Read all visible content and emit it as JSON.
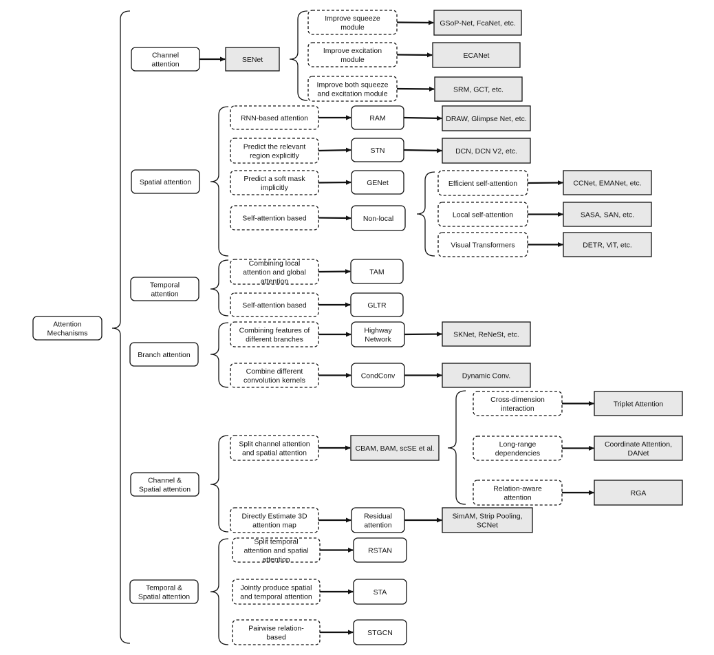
{
  "root": {
    "id": "root",
    "lines": [
      "Attention",
      "Mechanisms"
    ]
  },
  "categories": [
    {
      "id": "cat-channel",
      "lines": [
        "Channel",
        "attention"
      ]
    },
    {
      "id": "cat-spatial",
      "lines": [
        "Spatial attention"
      ]
    },
    {
      "id": "cat-temporal",
      "lines": [
        "Temporal",
        "attention"
      ]
    },
    {
      "id": "cat-branch",
      "lines": [
        "Branch attention"
      ]
    },
    {
      "id": "cat-channel-spatial",
      "lines": [
        "Channel &",
        "Spatial attention"
      ]
    },
    {
      "id": "cat-temporal-spatial",
      "lines": [
        "Temporal &",
        "Spatial attention"
      ]
    }
  ],
  "nodes": [
    {
      "id": "senet",
      "lines": [
        "SENet"
      ]
    },
    {
      "id": "improve-squeeze",
      "lines": [
        "Improve squeeze",
        "module"
      ]
    },
    {
      "id": "improve-excitation",
      "lines": [
        "Improve excitation",
        "module"
      ]
    },
    {
      "id": "improve-both",
      "lines": [
        "Improve both squeeze",
        "and excitation module"
      ]
    },
    {
      "id": "gsop",
      "lines": [
        "GSoP-Net, FcaNet, etc."
      ]
    },
    {
      "id": "ecanet",
      "lines": [
        "ECANet"
      ]
    },
    {
      "id": "srm",
      "lines": [
        "SRM, GCT, etc."
      ]
    },
    {
      "id": "rnn-based",
      "lines": [
        "RNN-based attention"
      ]
    },
    {
      "id": "predict-explicit",
      "lines": [
        "Predict the relevant",
        "region explicitly"
      ]
    },
    {
      "id": "predict-implicit",
      "lines": [
        "Predict a soft mask",
        "implicitly"
      ]
    },
    {
      "id": "self-att-spatial",
      "lines": [
        "Self-attention based"
      ]
    },
    {
      "id": "ram",
      "lines": [
        "RAM"
      ]
    },
    {
      "id": "stn",
      "lines": [
        "STN"
      ]
    },
    {
      "id": "genet",
      "lines": [
        "GENet"
      ]
    },
    {
      "id": "nonlocal",
      "lines": [
        "Non-local"
      ]
    },
    {
      "id": "draw",
      "lines": [
        "DRAW, Glimpse Net, etc."
      ]
    },
    {
      "id": "dcn",
      "lines": [
        "DCN, DCN V2,  etc."
      ]
    },
    {
      "id": "efficient-self",
      "lines": [
        "Efficient self-attention"
      ]
    },
    {
      "id": "local-self",
      "lines": [
        "Local self-attention"
      ]
    },
    {
      "id": "visual-transformers",
      "lines": [
        "Visual Transformers"
      ]
    },
    {
      "id": "ccnet",
      "lines": [
        "CCNet, EMANet, etc."
      ]
    },
    {
      "id": "sasa",
      "lines": [
        "SASA, SAN, etc."
      ]
    },
    {
      "id": "detr",
      "lines": [
        "DETR, ViT, etc."
      ]
    },
    {
      "id": "combining-local",
      "lines": [
        "Combining local",
        "attention and global",
        "attention"
      ]
    },
    {
      "id": "self-att-temporal",
      "lines": [
        "Self-attention based"
      ]
    },
    {
      "id": "tam",
      "lines": [
        "TAM"
      ]
    },
    {
      "id": "gltr",
      "lines": [
        "GLTR"
      ]
    },
    {
      "id": "combining-branches",
      "lines": [
        "Combining features of",
        "different branches"
      ]
    },
    {
      "id": "combine-kernels",
      "lines": [
        "Combine different",
        "convolution kernels"
      ]
    },
    {
      "id": "highway",
      "lines": [
        "Highway",
        "Network"
      ]
    },
    {
      "id": "condconv",
      "lines": [
        "CondConv"
      ]
    },
    {
      "id": "sknet",
      "lines": [
        "SKNet, ReNeSt,  etc."
      ]
    },
    {
      "id": "dynamic-conv",
      "lines": [
        "Dynamic Conv."
      ]
    },
    {
      "id": "split-channel",
      "lines": [
        "Split channel attention",
        "and spatial attention"
      ]
    },
    {
      "id": "directly-3d",
      "lines": [
        "Directly Estimate 3D",
        "attention map"
      ]
    },
    {
      "id": "cbam",
      "lines": [
        "CBAM, BAM, scSE et al."
      ]
    },
    {
      "id": "residual",
      "lines": [
        "Residual",
        "attention"
      ]
    },
    {
      "id": "simam",
      "lines": [
        "SimAM, Strip Pooling,",
        "SCNet"
      ]
    },
    {
      "id": "cross-dimension",
      "lines": [
        "Cross-dimension",
        "interaction"
      ]
    },
    {
      "id": "long-range",
      "lines": [
        "Long-range",
        "dependencies"
      ]
    },
    {
      "id": "relation-aware",
      "lines": [
        "Relation-aware",
        "attention"
      ]
    },
    {
      "id": "triplet",
      "lines": [
        "Triplet Attention"
      ]
    },
    {
      "id": "coordinate",
      "lines": [
        "Coordinate Attention,",
        "DANet"
      ]
    },
    {
      "id": "rga",
      "lines": [
        "RGA"
      ]
    },
    {
      "id": "split-temporal",
      "lines": [
        "Split temporal",
        "attention and spatial",
        "attention"
      ]
    },
    {
      "id": "jointly",
      "lines": [
        "Jointly produce spatial",
        "and temporal attention"
      ]
    },
    {
      "id": "pairwise",
      "lines": [
        "Pairwise relation-",
        "based"
      ]
    },
    {
      "id": "rstan",
      "lines": [
        "RSTAN"
      ]
    },
    {
      "id": "sta",
      "lines": [
        "STA"
      ]
    },
    {
      "id": "stgcn",
      "lines": [
        "STGCN"
      ]
    }
  ]
}
